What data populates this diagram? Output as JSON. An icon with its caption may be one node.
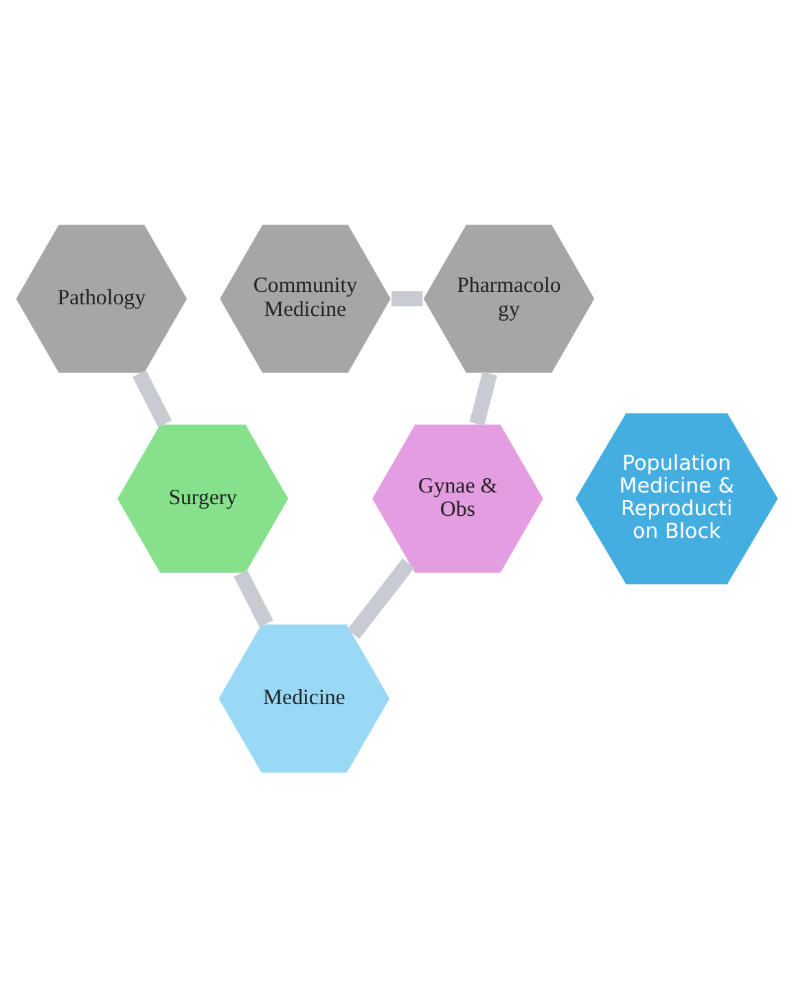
{
  "diagram": {
    "nodes": [
      {
        "text": [
          "Community Medicine"
        ]
      },
      {
        "text": [
          "Pathology"
        ]
      },
      {
        "text": [
          "Pharmacolo gy"
        ]
      },
      {
        "text": [
          "Population Medicine & Reproducti on Block"
        ]
      },
      {
        "text": [
          "Surgery"
        ]
      },
      {
        "text": [
          "Gynae & Obs"
        ]
      },
      {
        "text": [
          "Medicine"
        ]
      }
    ],
    "edges": [
      {
        "from": 0,
        "to": 2,
        "arrow": "none"
      },
      {
        "from": 2,
        "to": 5,
        "arrow": "none"
      },
      {
        "from": 5,
        "to": 6,
        "arrow": "none"
      },
      {
        "from": 4,
        "to": 6,
        "arrow": "none"
      },
      {
        "from": 1,
        "to": 4,
        "arrow": "none"
      }
    ]
  }
}
